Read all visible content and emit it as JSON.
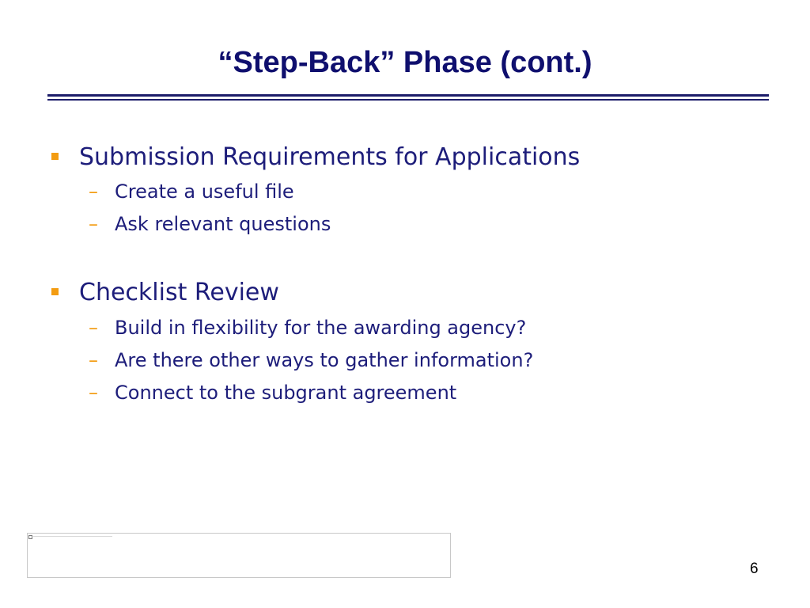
{
  "slide": {
    "title": "“Step-Back” Phase (cont.)",
    "page_number": "6"
  },
  "bullets": [
    {
      "text": "Submission Requirements for Applications",
      "subitems": [
        "Create a useful file",
        "Ask relevant questions"
      ]
    },
    {
      "text": "Checklist Review",
      "subitems": [
        "Build in flexibility for the awarding agency?",
        "Are there other ways to gather information?",
        "Connect to the subgrant agreement"
      ]
    }
  ],
  "glyphs": {
    "sub_marker": "–"
  },
  "colors": {
    "title": "#0f0f6e",
    "body_text": "#1d1d7a",
    "accent": "#f39c12",
    "rule": "#1d1d6a"
  }
}
